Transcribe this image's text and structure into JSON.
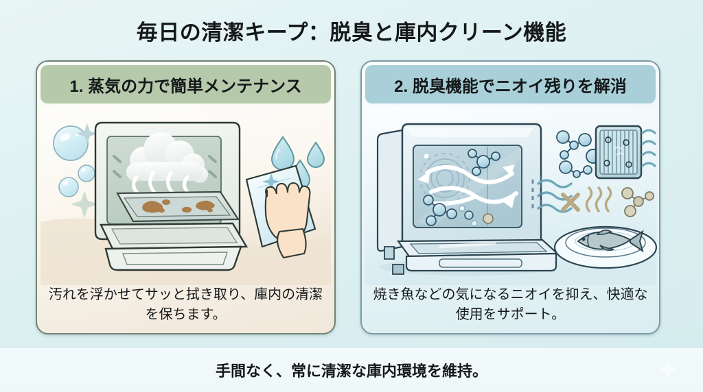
{
  "page": {
    "title": "毎日の清潔キープ：脱臭と庫内クリーン機能",
    "background_color": "#ddf0f1"
  },
  "cards": [
    {
      "header": "1. 蒸気の力で簡単メンテナンス",
      "header_color": "#b6c9ab",
      "border_color": "#6f8374",
      "caption": "汚れを浮かせてサッと拭き取り、庫内の清潔を保ちます。",
      "illustration": {
        "name": "steam-oven-wipe-illustration",
        "elements": [
          "soap-bubble-large-icon",
          "soap-bubble-medium-icon",
          "soap-bubble-small-icon",
          "sparkle-icon",
          "open-oven-icon",
          "steam-cloud-icon",
          "steam-wisp-icon",
          "dirty-tray-icon",
          "stain-icon",
          "water-droplet-icon",
          "cleaning-cloth-icon",
          "hand-icon"
        ]
      }
    },
    {
      "header": "2. 脱臭機能でニオイ残りを解消",
      "header_color": "#a9cfd8",
      "border_color": "#7a9aa6",
      "caption": "焼き魚などの気になるニオイを抑え、快適な使用をサポート。",
      "illustration": {
        "name": "deodorize-airflow-illustration",
        "elements": [
          "closed-oven-icon",
          "fan-swirl-icon",
          "airflow-arrow-icon",
          "odor-molecule-icon",
          "filter-panel-icon",
          "odor-wave-icon",
          "cross-block-icon",
          "smell-line-icon",
          "grilled-fish-plate-icon"
        ]
      }
    }
  ],
  "footer": {
    "text": "手間なく、常に清潔な庫内環境を維持。",
    "sparkle": "sparkle-icon"
  }
}
